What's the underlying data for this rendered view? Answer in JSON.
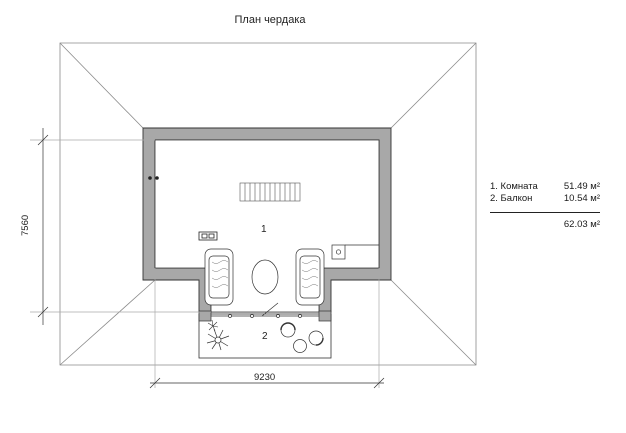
{
  "title": "План чердака",
  "dimensions": {
    "height": "7560",
    "width": "9230"
  },
  "room_labels": {
    "room1": "1",
    "room2": "2"
  },
  "explication": {
    "rooms": [
      {
        "name": "1. Комната",
        "area": "51.49 м²"
      },
      {
        "name": "2. Балкон",
        "area": "10.54 м²"
      }
    ],
    "total": "62.03 м²"
  }
}
